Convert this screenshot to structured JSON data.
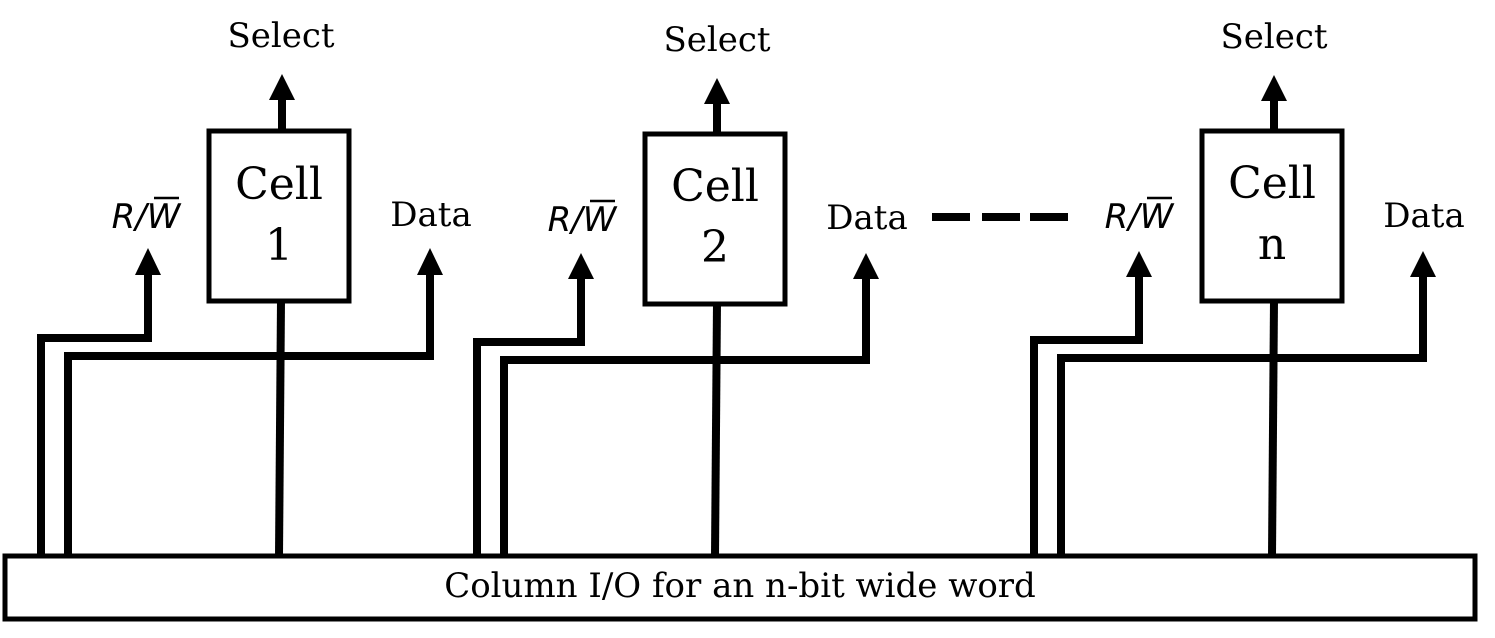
{
  "cells": [
    {
      "line1": "Cell",
      "line2": "1",
      "select_label": "Select",
      "rw_label": "R/W",
      "data_label": "Data"
    },
    {
      "line1": "Cell",
      "line2": "2",
      "select_label": "Select",
      "rw_label": "R/W",
      "data_label": "Data"
    },
    {
      "line1": "Cell",
      "line2": "n",
      "select_label": "Select",
      "rw_label": "R/W",
      "data_label": "Data"
    }
  ],
  "bus": {
    "label": "Column I/O for an n-bit wide word"
  }
}
